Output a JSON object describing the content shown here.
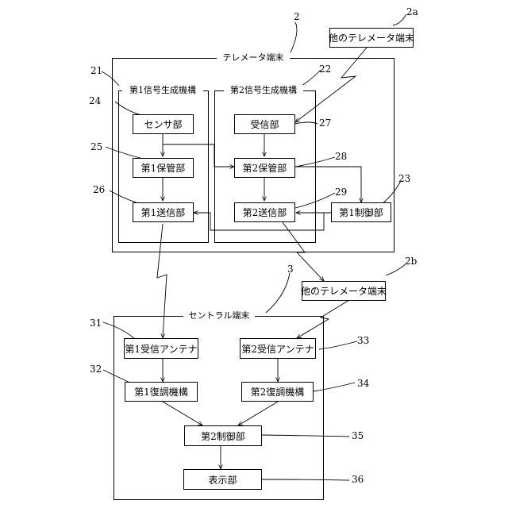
{
  "refs": {
    "r2": "2",
    "r2a": "2a",
    "r2b": "2b",
    "r3": "3",
    "r21": "21",
    "r22": "22",
    "r23": "23",
    "r24": "24",
    "r25": "25",
    "r26": "26",
    "r27": "27",
    "r28": "28",
    "r29": "29",
    "r31": "31",
    "r32": "32",
    "r33": "33",
    "r34": "34",
    "r35": "35",
    "r36": "36"
  },
  "telemeter": {
    "title": "テレメータ端末",
    "gen1": {
      "title": "第1信号生成機構",
      "sensor": "センサ部",
      "storage1": "第1保管部",
      "send1": "第1送信部"
    },
    "gen2": {
      "title": "第2信号生成機構",
      "receiver": "受信部",
      "storage2": "第2保管部",
      "send2": "第2送信部"
    },
    "control1": "第1制御部"
  },
  "other_a": "他のテレメータ端末",
  "other_b": "他のテレメータ端末",
  "central": {
    "title": "セントラル端末",
    "antenna1": "第1受信アンテナ",
    "antenna2": "第2受信アンテナ",
    "demod1": "第1復調機構",
    "demod2": "第2復調機構",
    "control2": "第2制御部",
    "display": "表示部"
  }
}
